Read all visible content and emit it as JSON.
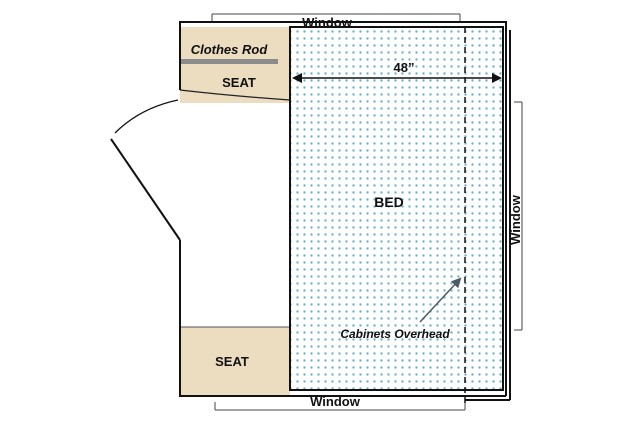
{
  "plan": {
    "window_top": "Window",
    "window_bottom": "Window",
    "window_right": "Window",
    "clothes_rod": "Clothes Rod",
    "seat_top": "SEAT",
    "seat_bottom": "SEAT",
    "bed": "BED",
    "bed_width": "48”",
    "cabinets": "Cabinets Overhead"
  },
  "colors": {
    "seat_fill": "#ecdcc0",
    "bed_dot": "#6fb4c8",
    "rod": "#8c8c8c",
    "wall": "#111111"
  }
}
